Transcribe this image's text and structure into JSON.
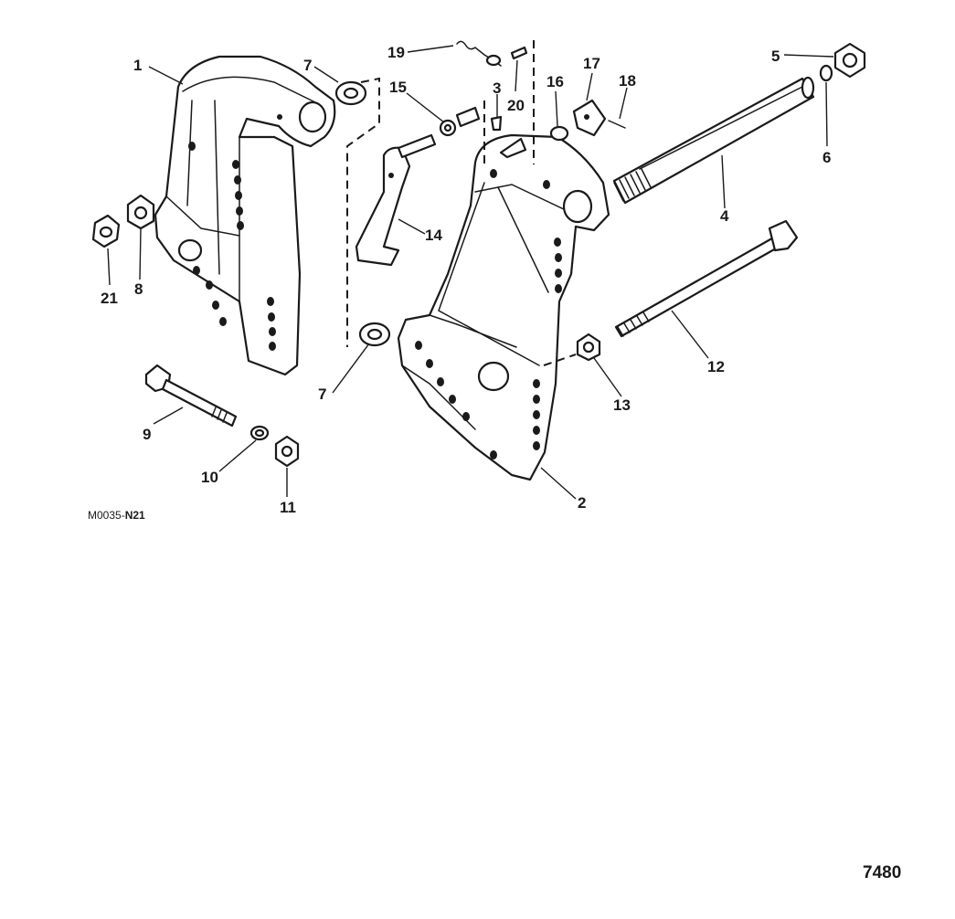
{
  "figure_code": {
    "prefix": "M0035-",
    "suffix": "N21"
  },
  "sheet_number": "7480",
  "callouts": [
    {
      "id": "c1",
      "text": "1"
    },
    {
      "id": "c2",
      "text": "2"
    },
    {
      "id": "c3",
      "text": "3"
    },
    {
      "id": "c4",
      "text": "4"
    },
    {
      "id": "c5",
      "text": "5"
    },
    {
      "id": "c6",
      "text": "6"
    },
    {
      "id": "c7a",
      "text": "7"
    },
    {
      "id": "c7b",
      "text": "7"
    },
    {
      "id": "c8",
      "text": "8"
    },
    {
      "id": "c9",
      "text": "9"
    },
    {
      "id": "c10",
      "text": "10"
    },
    {
      "id": "c11",
      "text": "11"
    },
    {
      "id": "c12",
      "text": "12"
    },
    {
      "id": "c13",
      "text": "13"
    },
    {
      "id": "c14",
      "text": "14"
    },
    {
      "id": "c15",
      "text": "15"
    },
    {
      "id": "c16",
      "text": "16"
    },
    {
      "id": "c17",
      "text": "17"
    },
    {
      "id": "c18",
      "text": "18"
    },
    {
      "id": "c19",
      "text": "19"
    },
    {
      "id": "c20",
      "text": "20"
    },
    {
      "id": "c21",
      "text": "21"
    }
  ]
}
